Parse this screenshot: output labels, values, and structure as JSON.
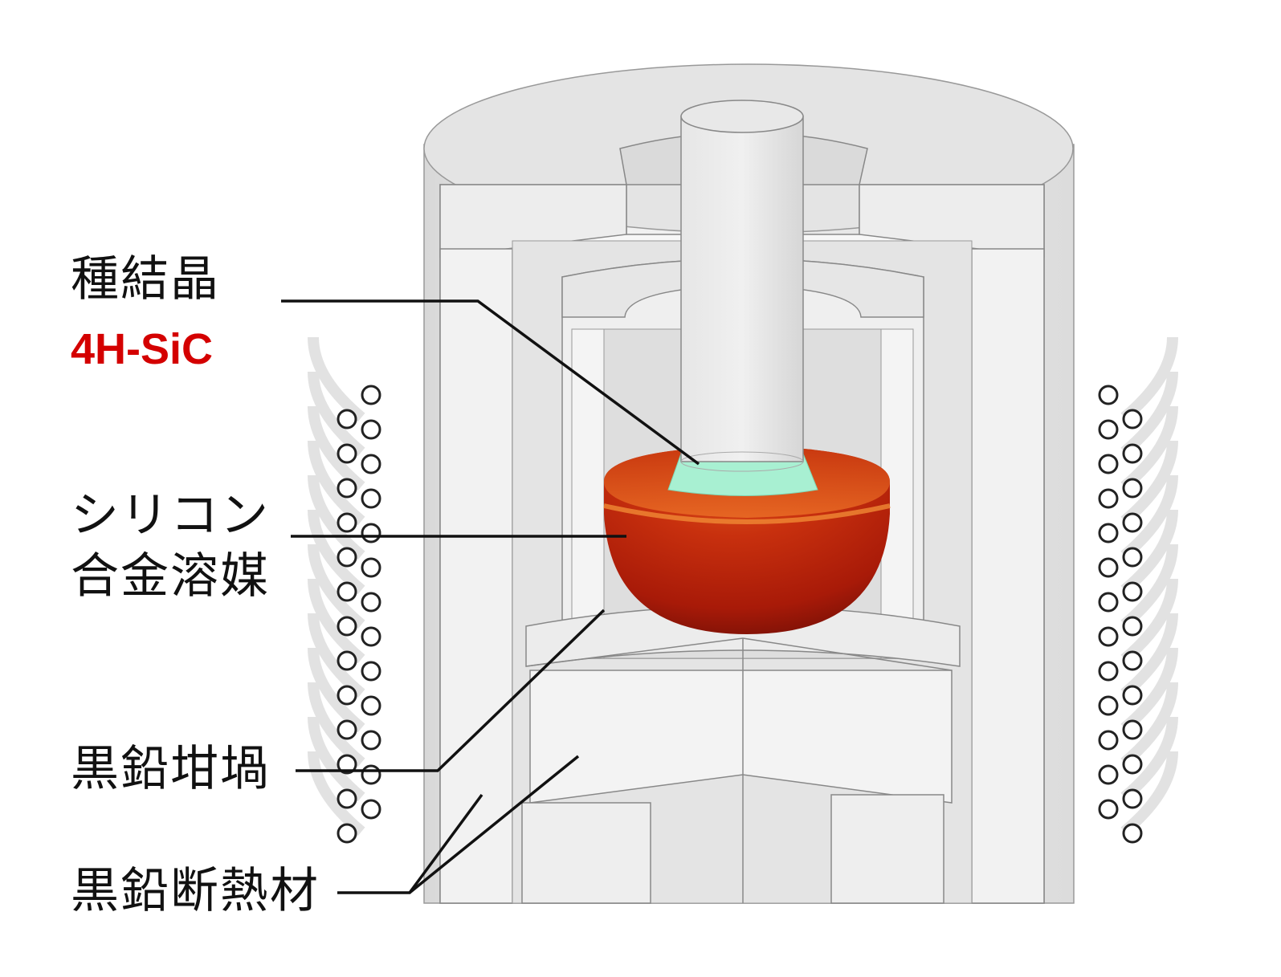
{
  "labels": {
    "seed_crystal": "種結晶",
    "seed_material": "4H-SiC",
    "solvent_line1": "シリコン",
    "solvent_line2": "合金溶媒",
    "crucible": "黒鉛坩堝",
    "insulation": "黒鉛断熱材"
  },
  "colors": {
    "seed_material_text": "#d40000",
    "graphite": "#e8e8e8",
    "crystal": "#a8f0d2",
    "melt": "#b8200c",
    "leader": "#111111"
  },
  "icons": {
    "coil_left": "induction-coil-turns",
    "coil_right": "induction-coil-turns"
  }
}
